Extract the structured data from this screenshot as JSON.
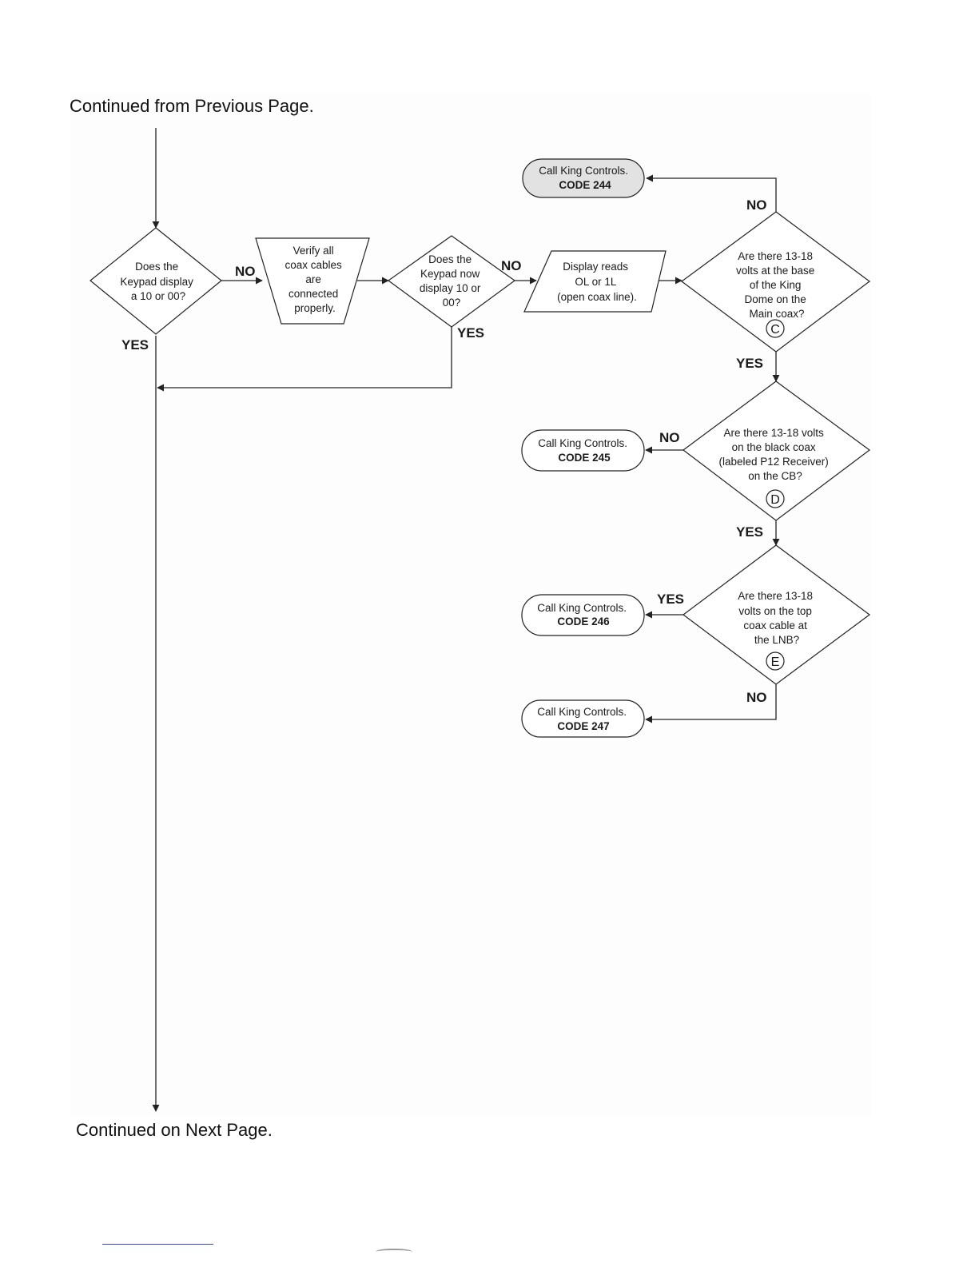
{
  "page": {
    "continued_from": "Continued from Previous Page.",
    "continued_next": "Continued on Next Page."
  },
  "nodes": {
    "d1": {
      "lines": [
        "Does the",
        "Keypad display",
        "a 10 or 00?"
      ]
    },
    "verify": {
      "lines": [
        "Verify all",
        "coax cables",
        "are",
        "connected",
        "properly."
      ]
    },
    "d2": {
      "lines": [
        "Does the",
        "Keypad now",
        "display 10 or",
        "00?"
      ]
    },
    "display": {
      "lines": [
        "Display reads",
        "OL or 1L",
        "(open coax line)."
      ]
    },
    "dC": {
      "lines": [
        "Are there 13-18",
        "volts at the base",
        "of the King",
        "Dome on the",
        "Main coax?"
      ],
      "marker": "C"
    },
    "dD": {
      "lines": [
        "Are there 13-18 volts",
        "on the black coax",
        "(labeled P12 Receiver)",
        "on the CB?"
      ],
      "marker": "D"
    },
    "dE": {
      "lines": [
        "Are there 13-18",
        "volts on the top",
        "coax cable at",
        "the LNB?"
      ],
      "marker": "E"
    },
    "t244": {
      "line1": "Call King Controls.",
      "code": "CODE 244"
    },
    "t245": {
      "line1": "Call King Controls.",
      "code": "CODE 245"
    },
    "t246": {
      "line1": "Call King Controls.",
      "code": "CODE 246"
    },
    "t247": {
      "line1": "Call King Controls.",
      "code": "CODE 247"
    }
  },
  "branch_labels": {
    "d1_no": "NO",
    "d1_yes": "YES",
    "d2_no": "NO",
    "d2_yes": "YES",
    "dC_no": "NO",
    "dC_yes": "YES",
    "dD_no": "NO",
    "dD_yes": "YES",
    "dE_yes": "YES",
    "dE_no": "NO"
  },
  "colors": {
    "line": "#222222",
    "terminal_highlight": "#e2e2e2",
    "footer_link": "#3344cc"
  }
}
